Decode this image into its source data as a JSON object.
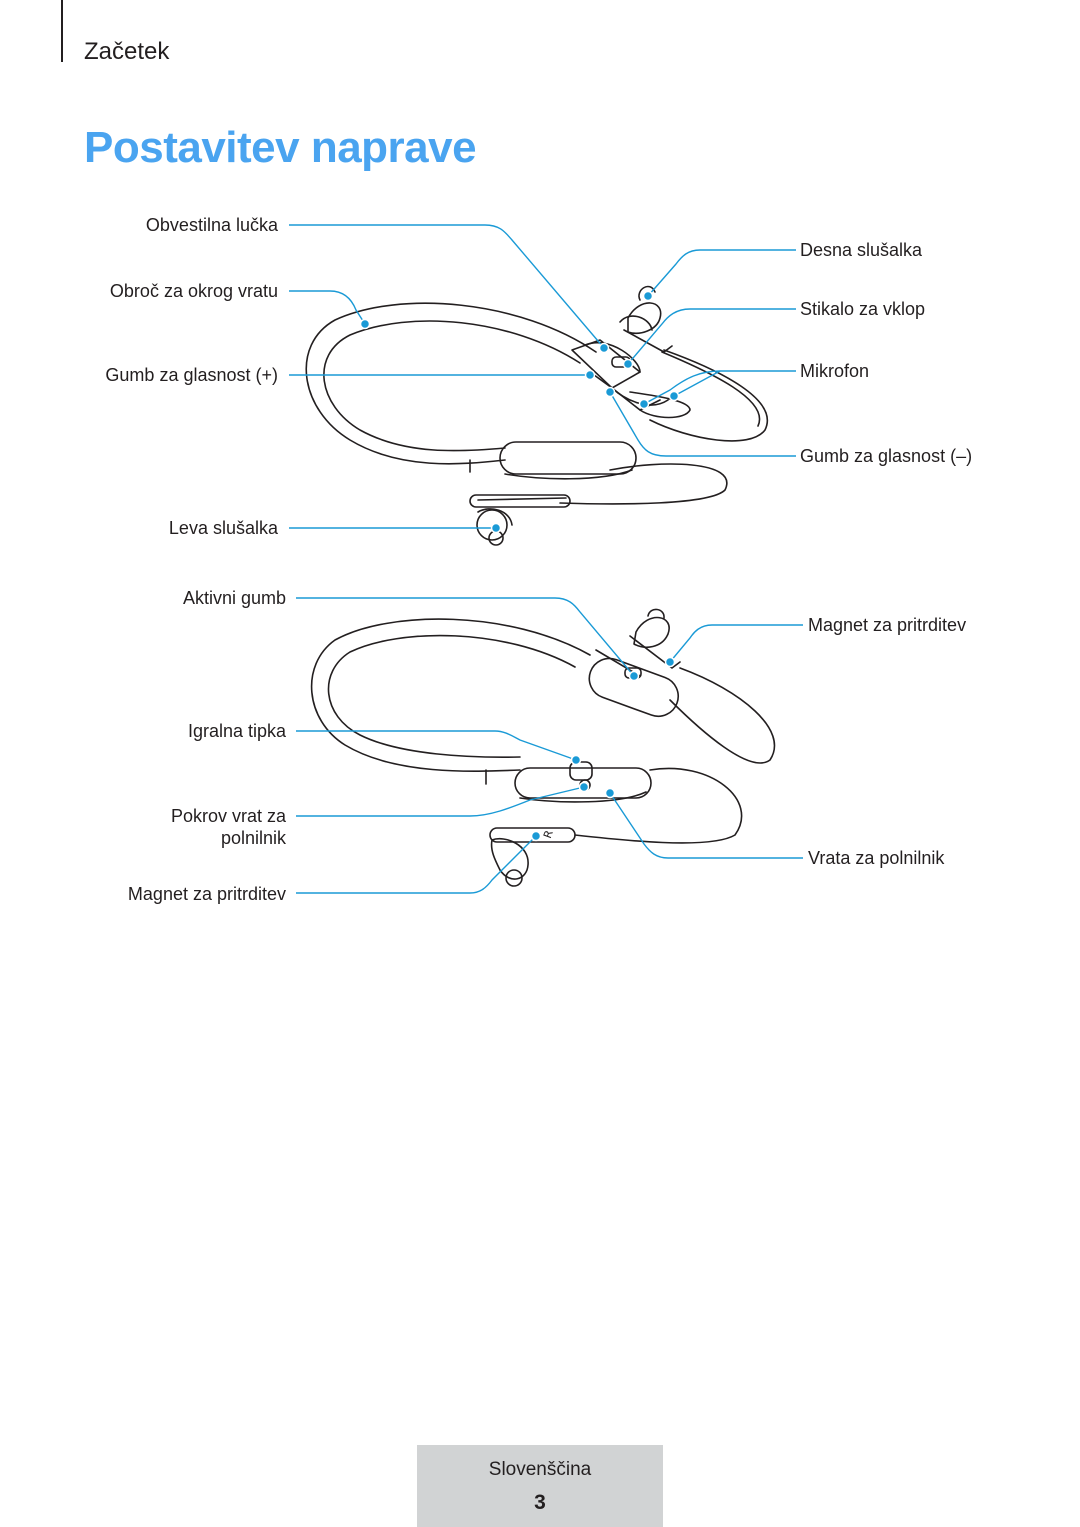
{
  "header": {
    "section": "Začetek"
  },
  "title": "Postavitev naprave",
  "diagram1": {
    "left_labels": [
      "Obvestilna lučka",
      "Obroč za okrog vratu",
      "Gumb za glasnost (+)",
      "Leva slušalka"
    ],
    "right_labels": [
      "Desna slušalka",
      "Stikalo za vklop",
      "Mikrofon",
      "Gumb za glasnost (–)"
    ]
  },
  "diagram2": {
    "left_labels": [
      "Aktivni gumb",
      "Igralna tipka",
      "Pokrov vrat za",
      "polnilnik",
      "Magnet za pritrditev"
    ],
    "right_labels": [
      "Magnet za pritrditev",
      "Vrata za polnilnik"
    ],
    "earbud_mark": "R"
  },
  "footer": {
    "language": "Slovenščina",
    "page_number": "3"
  },
  "colors": {
    "title": "#4aa4f0",
    "callout_line": "#1a9ad6",
    "footer_bg": "#d1d3d4"
  }
}
